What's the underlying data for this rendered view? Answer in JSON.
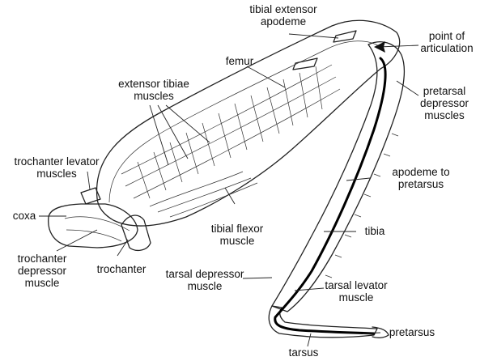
{
  "labels": {
    "tibial_extensor_apodeme": [
      "tibial extensor",
      "apodeme"
    ],
    "point_of_articulation": [
      "point of",
      "articulation"
    ],
    "femur": [
      "femur"
    ],
    "extensor_tibiae_muscles": [
      "extensor tibiae",
      "muscles"
    ],
    "pretarsal_depressor_muscles": [
      "pretarsal",
      "depressor",
      "muscles"
    ],
    "trochanter_levator_muscles": [
      "trochanter levator",
      "muscles"
    ],
    "apodeme_to_pretarsus": [
      "apodeme to",
      "pretarsus"
    ],
    "coxa": [
      "coxa"
    ],
    "tibia": [
      "tibia"
    ],
    "tibial_flexor_muscle": [
      "tibial flexor",
      "muscle"
    ],
    "trochanter_depressor_muscle": [
      "trochanter",
      "depressor",
      "muscle"
    ],
    "trochanter": [
      "trochanter"
    ],
    "tarsal_depressor_muscle": [
      "tarsal depressor",
      "muscle"
    ],
    "tarsal_levator_muscle": [
      "tarsal levator",
      "muscle"
    ],
    "pretarsus": [
      "pretarsus"
    ],
    "tarsus": [
      "tarsus"
    ]
  },
  "colors": {
    "line": "#222222",
    "apodeme": "#000000",
    "background": "#ffffff"
  }
}
